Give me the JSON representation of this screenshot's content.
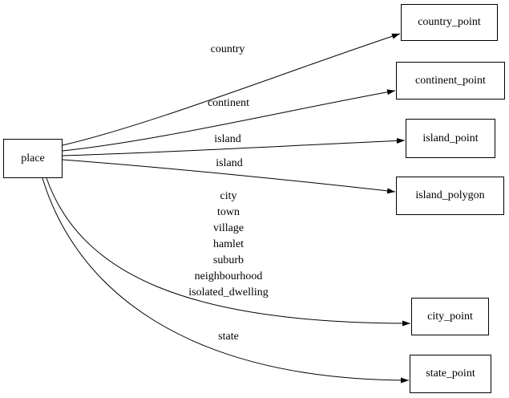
{
  "diagram": {
    "background_color": "#ffffff",
    "line_color": "#000000",
    "nodes": {
      "place": {
        "label": "place"
      },
      "country_point": {
        "label": "country_point"
      },
      "continent_point": {
        "label": "continent_point"
      },
      "island_point": {
        "label": "island_point"
      },
      "island_polygon": {
        "label": "island_polygon"
      },
      "city_point": {
        "label": "city_point"
      },
      "state_point": {
        "label": "state_point"
      }
    },
    "edges": [
      {
        "from": "place",
        "to": "country_point",
        "label": "country"
      },
      {
        "from": "place",
        "to": "continent_point",
        "label": "continent"
      },
      {
        "from": "place",
        "to": "island_point",
        "label": "island"
      },
      {
        "from": "place",
        "to": "island_polygon",
        "label": "island"
      },
      {
        "from": "place",
        "to": "city_point",
        "label_lines": [
          "city",
          "town",
          "village",
          "hamlet",
          "suburb",
          "neighbourhood",
          "isolated_dwelling"
        ]
      },
      {
        "from": "place",
        "to": "state_point",
        "label": "state"
      }
    ]
  }
}
